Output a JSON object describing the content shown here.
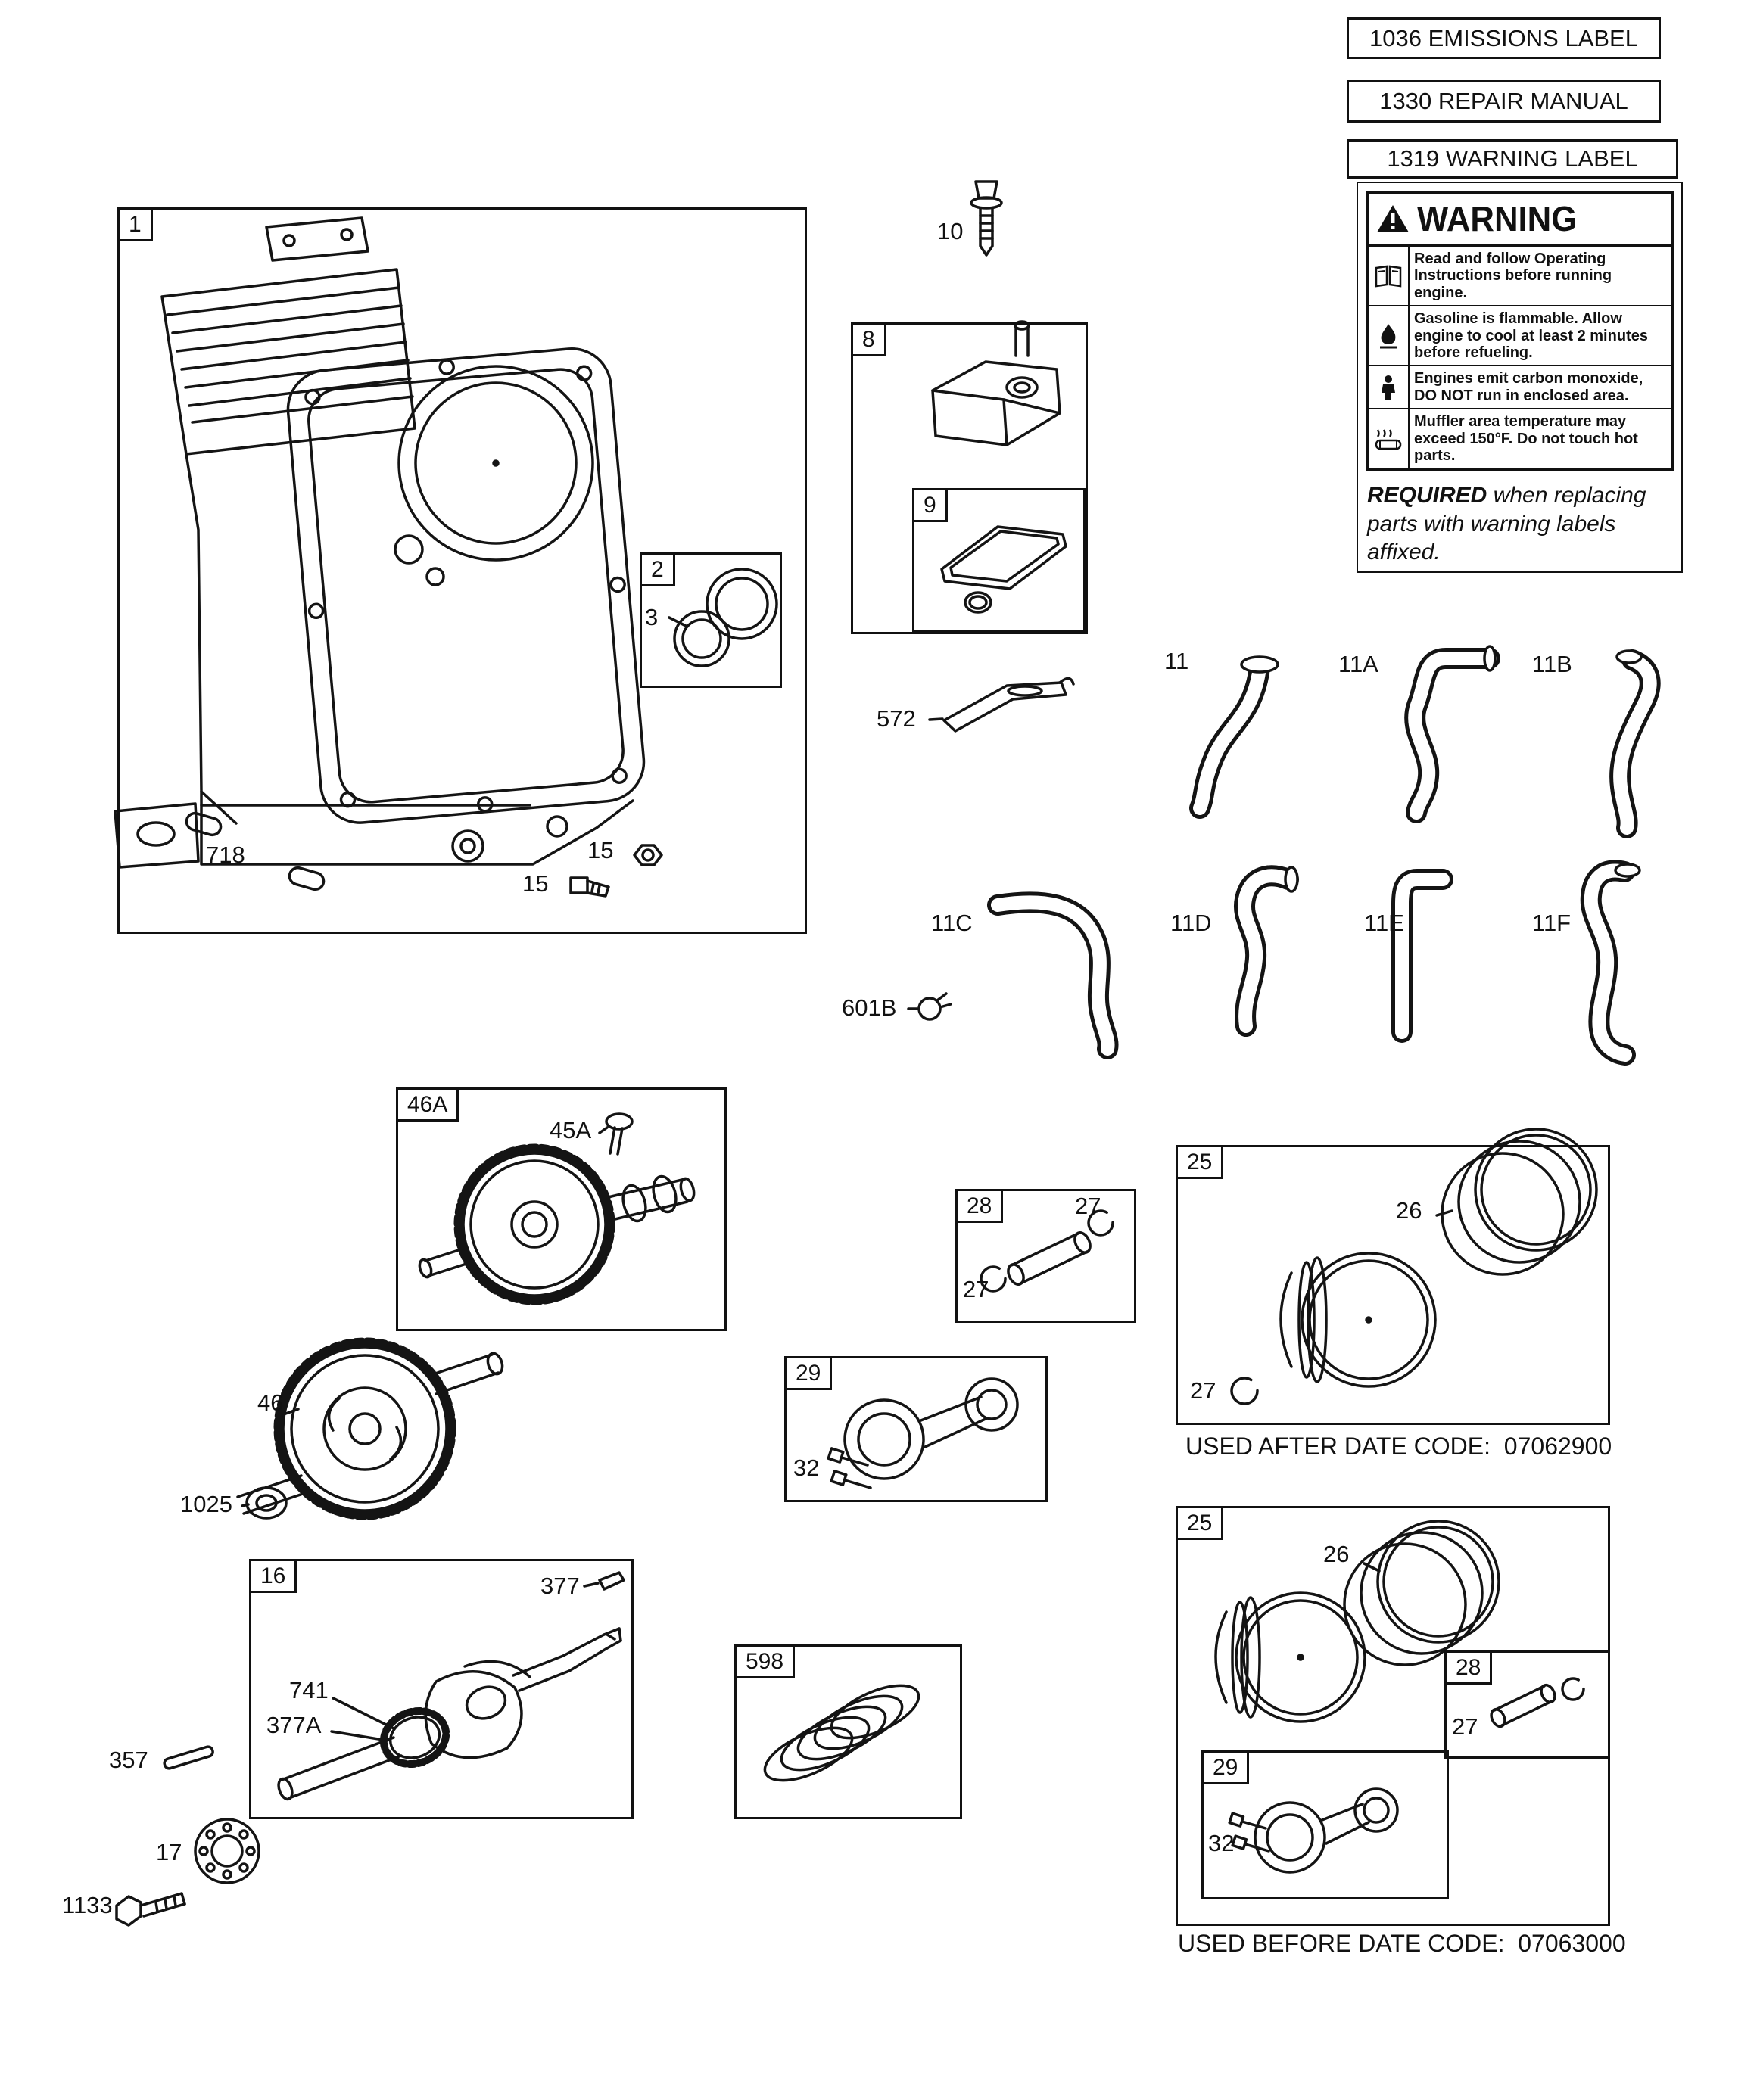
{
  "ref_boxes": {
    "emissions": "1036 EMISSIONS LABEL",
    "repair": "1330 REPAIR MANUAL",
    "warning": "1319 WARNING LABEL"
  },
  "warning_label": {
    "heading": "WARNING",
    "heading_icon": "warning-triangle-icon",
    "rows": [
      {
        "icon": "open-book-icon",
        "text": "Read and follow Operating Instructions before running engine."
      },
      {
        "icon": "flame-icon",
        "text": "Gasoline is flammable. Allow engine to cool at least 2 minutes before refueling."
      },
      {
        "icon": "carbon-monoxide-icon",
        "text": "Engines emit carbon monoxide, DO NOT run in enclosed area."
      },
      {
        "icon": "hot-muffler-icon",
        "text": "Muffler area temperature may exceed 150°F.  Do not touch hot parts."
      }
    ],
    "required_bold": "REQUIRED",
    "required_text": " when replacing parts with warning labels affixed."
  },
  "callouts": {
    "n1": "1",
    "n2": "2",
    "n3": "3",
    "n8": "8",
    "n9": "9",
    "n10": "10",
    "n11": "11",
    "n11a": "11A",
    "n11b": "11B",
    "n11c": "11C",
    "n11d": "11D",
    "n11e": "11E",
    "n11f": "11F",
    "n15": "15",
    "n16": "16",
    "n17": "17",
    "n25": "25",
    "n26": "26",
    "n27": "27",
    "n28": "28",
    "n29": "29",
    "n32": "32",
    "n45a": "45A",
    "n46": "46",
    "n46a": "46A",
    "n357": "357",
    "n377": "377",
    "n377a": "377A",
    "n572": "572",
    "n598": "598",
    "n601b": "601B",
    "n718": "718",
    "n741": "741",
    "n1025": "1025",
    "n1133": "1133"
  },
  "date_notes": {
    "used_after": "USED AFTER DATE CODE:  07062900",
    "used_before": "USED BEFORE DATE CODE:  07063000"
  }
}
